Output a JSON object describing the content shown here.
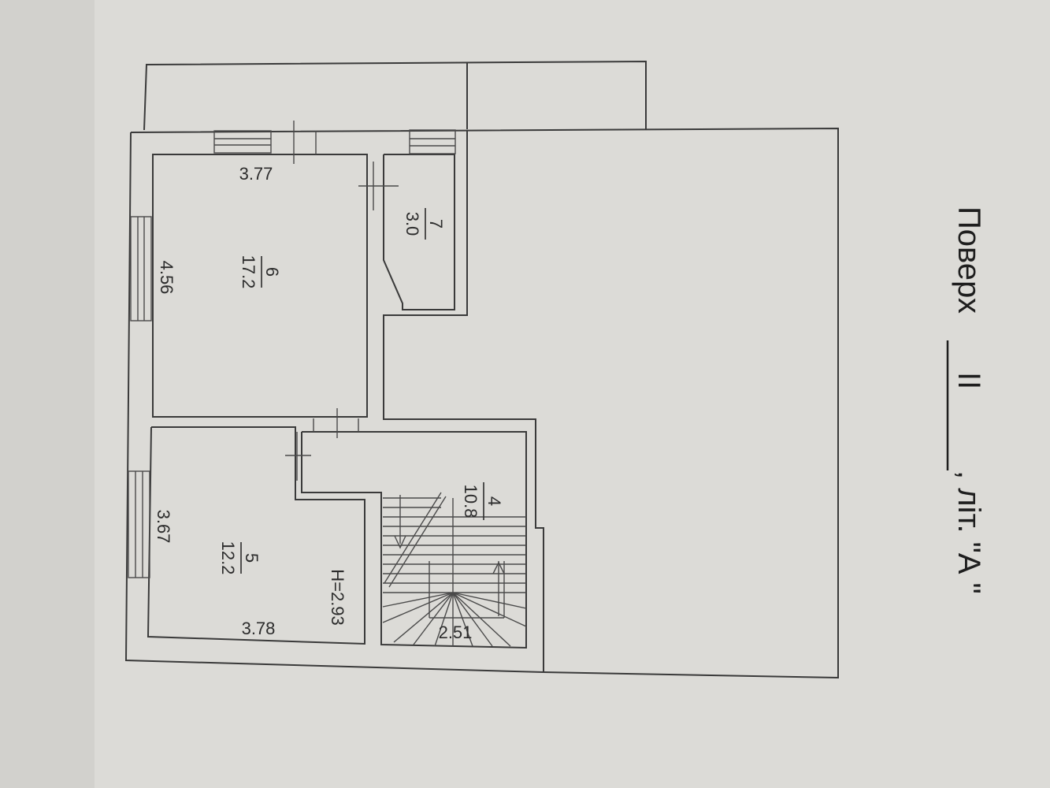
{
  "title": {
    "prefix": "Поверх",
    "floor": "II",
    "suffix": ", літ. \"А \""
  },
  "rooms": [
    {
      "number": "6",
      "area": "17.2"
    },
    {
      "number": "7",
      "area": "3.0"
    },
    {
      "number": "5",
      "area": "12.2"
    },
    {
      "number": "4",
      "area": "10.8"
    }
  ],
  "dimensions": {
    "room6_width": "3.77",
    "room6_length": "4.56",
    "room5_length": "3.67",
    "room5_width": "3.78",
    "height": "H=2.93",
    "stair": "2.51"
  }
}
